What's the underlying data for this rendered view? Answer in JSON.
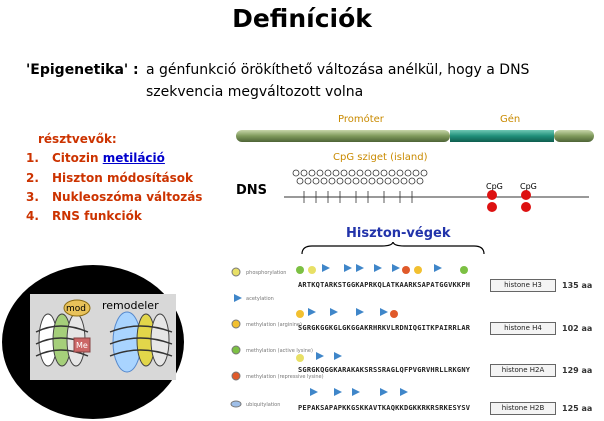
{
  "title": "Definíciók",
  "definition": {
    "term": "'Epigenetika' :",
    "line1": "a génfunkció örökíthető változása anélkül, hogy a DNS",
    "line2": "szekvencia megváltozott volna"
  },
  "participants": {
    "title": "résztvevők:",
    "items": [
      {
        "num": "1.",
        "text": "Citozin ",
        "link": "metiláció"
      },
      {
        "num": "2.",
        "text": "Hiszton módosítások"
      },
      {
        "num": "3.",
        "text": "Nukleoszóma változás"
      },
      {
        "num": "4.",
        "text": "RNS funkciók"
      }
    ]
  },
  "nucleosome_figure": {
    "mod_label": "mod",
    "remodeler_label": "remodeler",
    "me_label": "Me"
  },
  "dna_figure": {
    "promoter_label": "Promóter",
    "gene_label": "Gén",
    "cpg_island_label": "CpG sziget (island)",
    "dns_label": "DNS",
    "cpg_labels": [
      "CpG",
      "CpG"
    ],
    "histone_tails_label": "Hiszton-végek"
  },
  "modification_legend": [
    "phosphorylation",
    "acetylation",
    "methylation (arginine)",
    "methylation (active lysine)",
    "methylation (repressive lysine)",
    "ubiquitylation"
  ],
  "histones": [
    {
      "sequence": "ARTKQTARKSTGGKAPRKQLATKAARKSAPATGGVKKPH",
      "name": "histone H3",
      "length": "135 aa"
    },
    {
      "sequence": "SGRGKGGKGLGKGGAKRHRKVLRDNIQGITKPAIRRLAR",
      "name": "histone H4",
      "length": "102 aa"
    },
    {
      "sequence": "SGRGKQGGKARAKAKSRSSRAGLQFPVGRVHRLLRKGNY",
      "name": "histone H2A",
      "length": "129 aa"
    },
    {
      "sequence": "PEPAKSAPAPKKGSKKAVTKAQKKDGKKRKRSRKESYSV",
      "name": "histone H2B",
      "length": "125 aa"
    }
  ],
  "colors": {
    "title": "#000000",
    "participants": "#cc3300",
    "link": "#0000cc",
    "label_orange": "#c98a00",
    "histone_tails": "#2233aa",
    "promoter_bar": "#7f9a5c",
    "gene_bar": "#1f8f7a",
    "cpg_methyl": "#dd1111"
  }
}
